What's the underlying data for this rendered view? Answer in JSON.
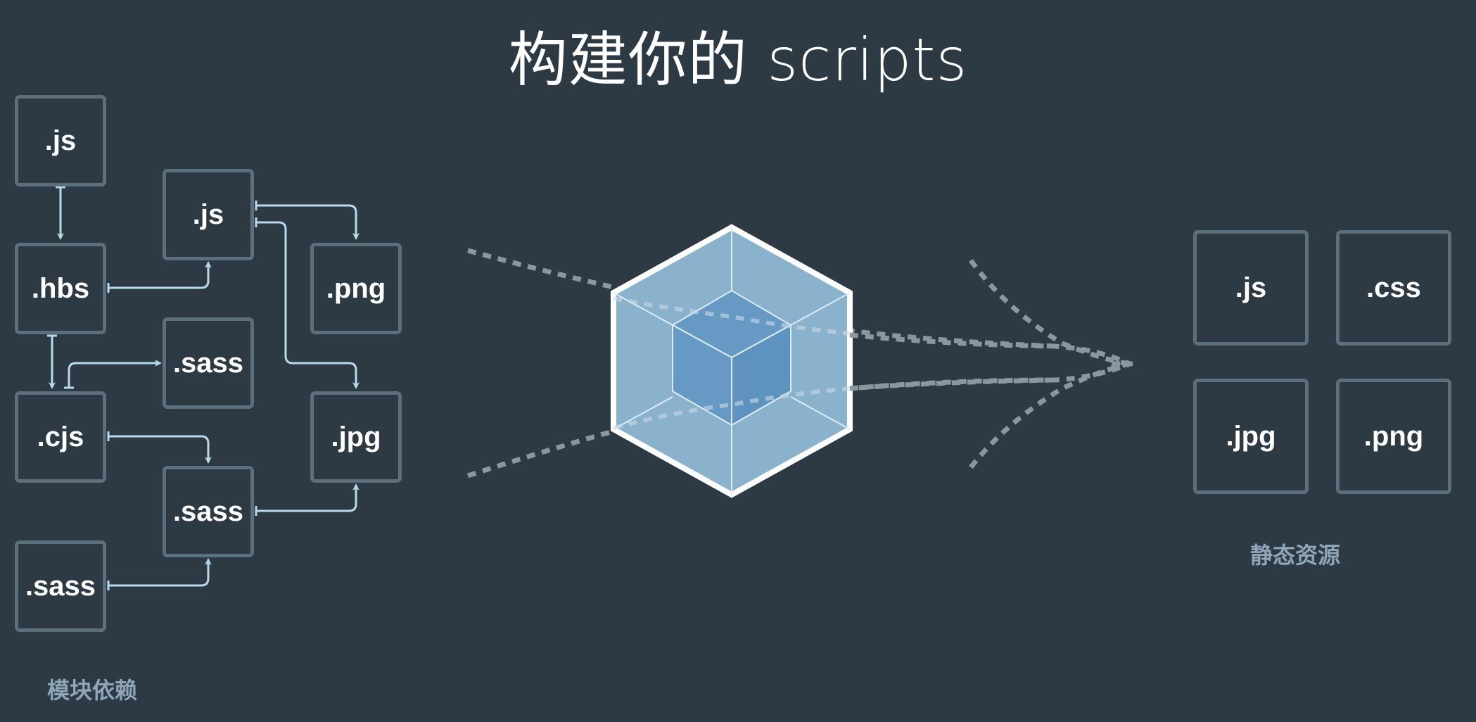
{
  "title": "构建你的 scripts",
  "modules": {
    "js_top": ".js",
    "hbs": ".hbs",
    "js_mid": ".js",
    "png": ".png",
    "sass_a": ".sass",
    "cjs": ".cjs",
    "jpg": ".jpg",
    "sass_b": ".sass",
    "sass_c": ".sass",
    "caption": "模块依赖"
  },
  "assets": {
    "js": ".js",
    "css": ".css",
    "jpg": ".jpg",
    "png": ".png",
    "caption": "静态资源"
  },
  "colors": {
    "background": "#2d3a43",
    "box_border": "#5c6f7d",
    "arrow": "#b9d9ec",
    "cube_outer": "#8ab2cc",
    "cube_inner": "#6699c4",
    "dots": "#8a979f"
  }
}
